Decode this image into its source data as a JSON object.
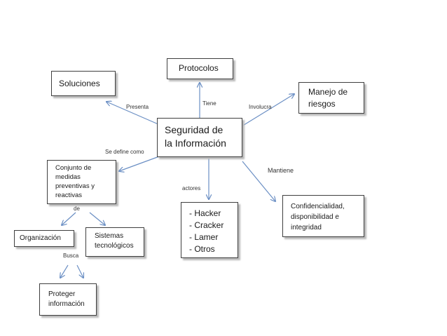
{
  "center": {
    "title": "Seguridad de\nla Información"
  },
  "nodes": {
    "protocolos": "Protocolos",
    "soluciones": "Soluciones",
    "manejo": "Manejo de\nriesgos",
    "conjunto": "Conjunto de\nmedidas\npreventivas y\nreactivas",
    "hacker_list": "- Hacker\n- Cracker\n- Lamer\n- Otros",
    "confidencialidad": "Confidencialidad,\ndisponibilidad e\nintegridad",
    "organizacion": "Organización",
    "sistemas": "Sistemas\ntecnológicos",
    "proteger": "Proteger\ninformación"
  },
  "edge_labels": {
    "presenta": "Presenta",
    "tiene": "Tiene",
    "involucra": "Involucra",
    "se_define": "Se define como",
    "actores": "actores",
    "mantiene": "Mantiene",
    "de": "de",
    "busca": "Busca"
  },
  "colors": {
    "edge": "#6b8fc4",
    "border": "#3f3f3f",
    "shadow": "#b9b9b9"
  }
}
